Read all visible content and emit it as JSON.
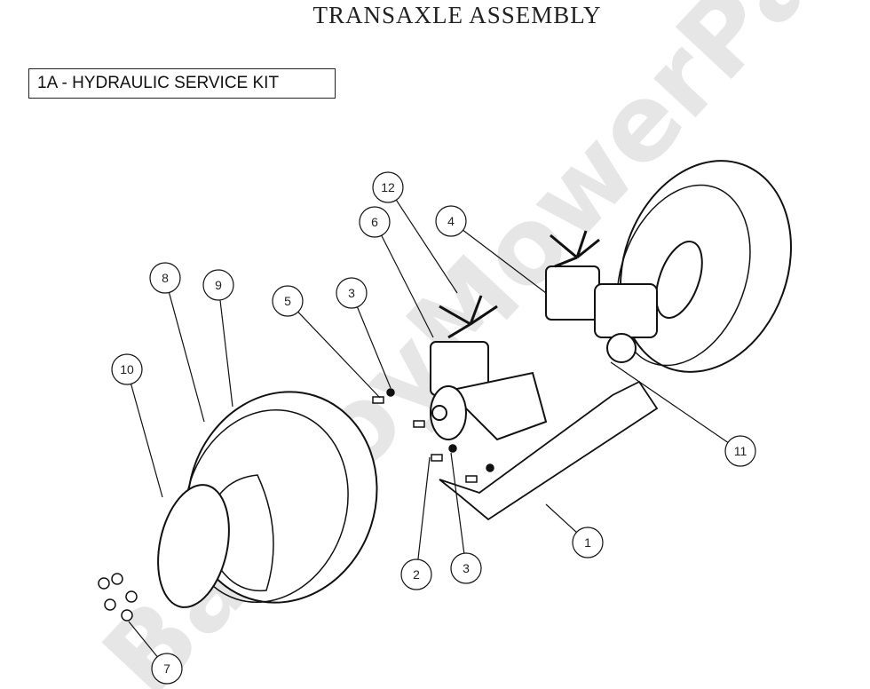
{
  "header": {
    "title": "TRANSAXLE ASSEMBLY"
  },
  "section": {
    "label": "1A - HYDRAULIC SERVICE KIT"
  },
  "watermark": "BadBoyMowerParts.com",
  "callouts": [
    "12",
    "6",
    "4",
    "8",
    "9",
    "5",
    "3",
    "10",
    "11",
    "1",
    "2",
    "3",
    "7"
  ]
}
